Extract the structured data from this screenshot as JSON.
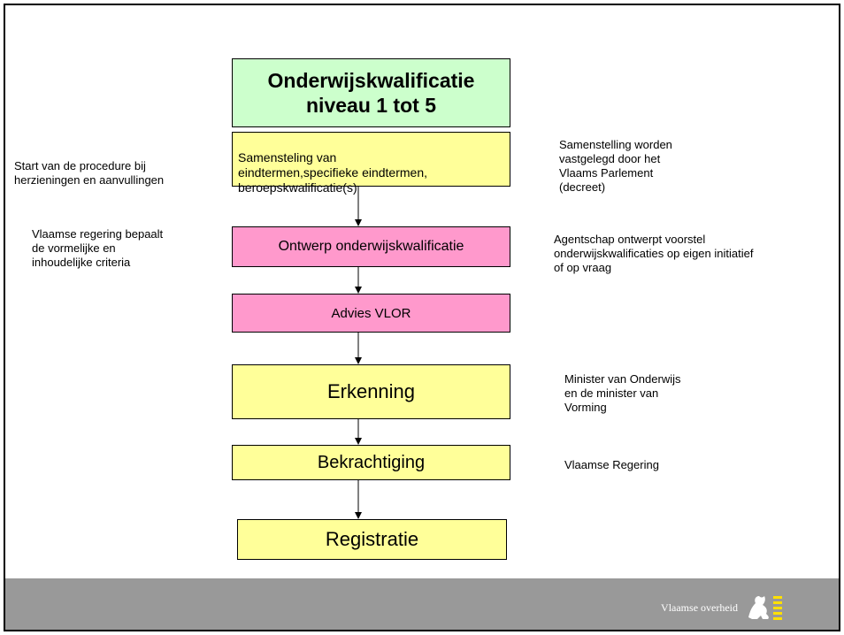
{
  "diagram": {
    "title_line1": "Onderwijskwalificatie",
    "title_line2": "niveau 1 tot 5",
    "step_samenstelling": "Samensteling van\neindtermen,specifieke eindtermen,\nberoepskwalificatie(s)",
    "step_ontwerp": "Ontwerp onderwijskwalificatie",
    "step_advies": "Advies VLOR",
    "step_erkenning": "Erkenning",
    "step_bekrachtiging": "Bekrachtiging",
    "step_registratie": "Registratie"
  },
  "notes": {
    "left_start": "Start van de procedure bij\nherzieningen en aanvullingen",
    "left_criteria": "Vlaamse regering bepaalt\nde vormelijke en\ninhoudelijke criteria",
    "right_samenstelling": "Samenstelling worden\nvastgelegd door het\nVlaams Parlement\n(decreet)",
    "right_agentschap": "Agentschap ontwerpt  voorstel\nonderwijskwalificaties op eigen initiatief\nof op vraag",
    "right_minister": "Minister van Onderwijs\nen de minister van\nVorming",
    "right_regering": "Vlaamse Regering"
  },
  "footer": {
    "brand": "Vlaamse overheid",
    "logo_icon": "flemish-lion-icon"
  }
}
